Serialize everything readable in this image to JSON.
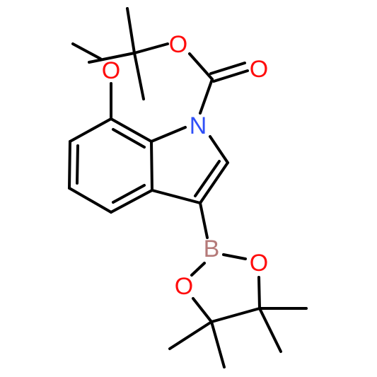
{
  "molecule": {
    "atoms": {
      "oxygen_carbonyl": {
        "symbol": "O",
        "color": "#ff0d0d"
      },
      "oxygen_ester": {
        "symbol": "O",
        "color": "#ff0d0d"
      },
      "oxygen_methoxy": {
        "symbol": "O",
        "color": "#ff0d0d"
      },
      "nitrogen_indole": {
        "symbol": "N",
        "color": "#3050f8"
      },
      "boron": {
        "symbol": "B",
        "color": "#b57a79"
      },
      "oxygen_boronate_right": {
        "symbol": "O",
        "color": "#ff0d0d"
      },
      "oxygen_boronate_left": {
        "symbol": "O",
        "color": "#ff0d0d"
      }
    },
    "bond_color": "#000000"
  }
}
